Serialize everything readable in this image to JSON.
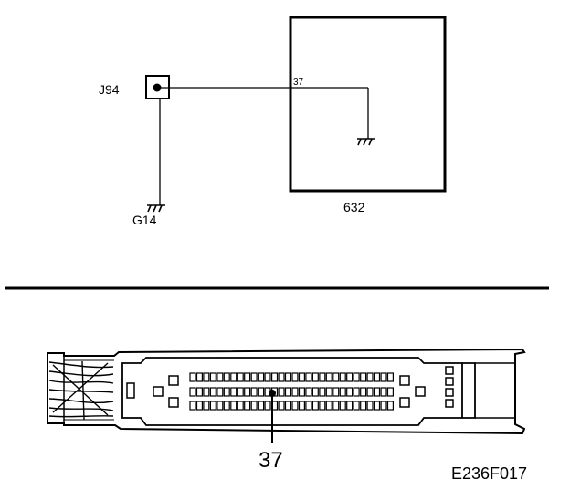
{
  "schematic": {
    "splice_label": "J94",
    "ground_label": "G14",
    "module_label": "632",
    "pin_label": "37"
  },
  "connector": {
    "pin_callout": "37",
    "rows": [
      {
        "pins": 30
      },
      {
        "pins": 30
      },
      {
        "pins": 30
      }
    ]
  },
  "figure_code": "E236F017"
}
